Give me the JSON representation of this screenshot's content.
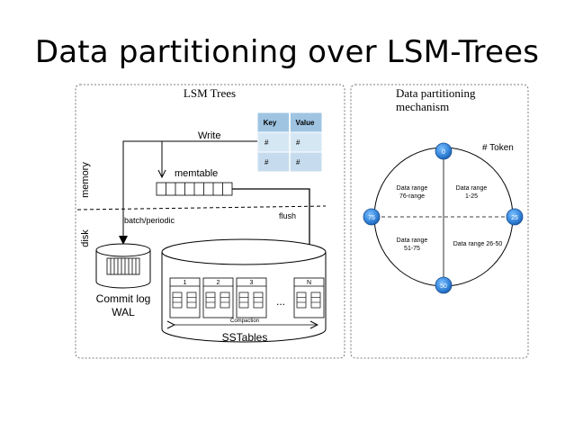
{
  "slide": {
    "title": "Data partitioning over LSM-Trees"
  },
  "lsm": {
    "panel_title": "LSM Trees",
    "memory_label": "memory",
    "disk_label": "disk",
    "write_label": "Write",
    "memtable_label": "memtable",
    "flush_label": "flush",
    "batch_label": "batch/periodic",
    "commit_log_line1": "Commit log",
    "commit_log_line2": "WAL",
    "kv_table": {
      "headers": [
        "Key",
        "Value"
      ],
      "rows": [
        [
          "#",
          "#"
        ],
        [
          "#",
          "#"
        ]
      ]
    },
    "sstables": [
      "1",
      "2",
      "3",
      "N"
    ],
    "ellipsis": "...",
    "compaction_label": "Compaction",
    "sstables_label": "SSTables"
  },
  "partition": {
    "panel_title_line1": "Data partitioning",
    "panel_title_line2": "mechanism",
    "token_label": "# Token",
    "tokens": [
      "0",
      "25",
      "50",
      "75"
    ],
    "ranges": [
      {
        "line1": "Data range",
        "line2": "76-range"
      },
      {
        "line1": "Data range",
        "line2": "1-25"
      },
      {
        "line1": "Data range",
        "line2": "51-75"
      },
      {
        "line1": "Data range 26-50",
        "line2": ""
      }
    ]
  },
  "colors": {
    "token_fill": "#2f7fd6",
    "kv_header": "#9fc4e2",
    "kv_row": "#d6e7f4"
  }
}
